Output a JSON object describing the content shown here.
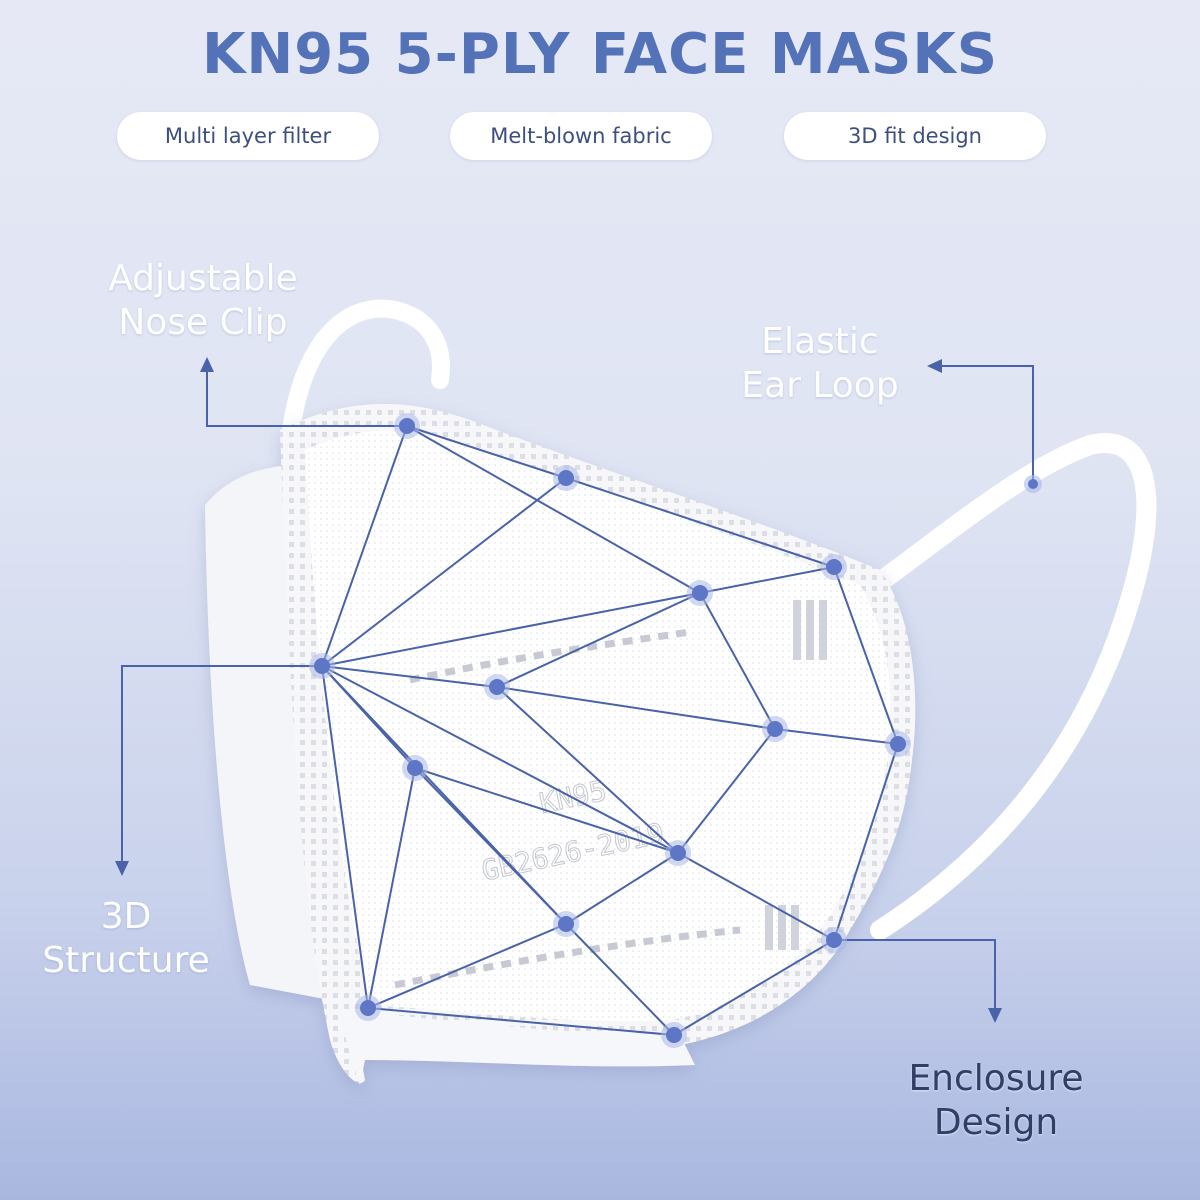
{
  "title": "KN95 5-PLY FACE MASKS",
  "features": [
    "Multi layer filter",
    "Melt-blown fabric",
    "3D fit design"
  ],
  "callouts": {
    "nose_clip": [
      "Adjustable",
      "Nose Clip"
    ],
    "ear_loop": [
      "Elastic",
      "Ear Loop"
    ],
    "structure": [
      "3D",
      "Structure"
    ],
    "enclosure": [
      "Enclosure",
      "Design"
    ]
  },
  "mask_print": [
    "KN95",
    "GB2626-2019"
  ],
  "colors": {
    "title": "#5472b8",
    "node": "#5d76c6",
    "line": "#4a63a8",
    "pill_text": "#3d4f7f",
    "background_top": "#e6e9f5",
    "background_bottom": "#a9b7e0"
  }
}
